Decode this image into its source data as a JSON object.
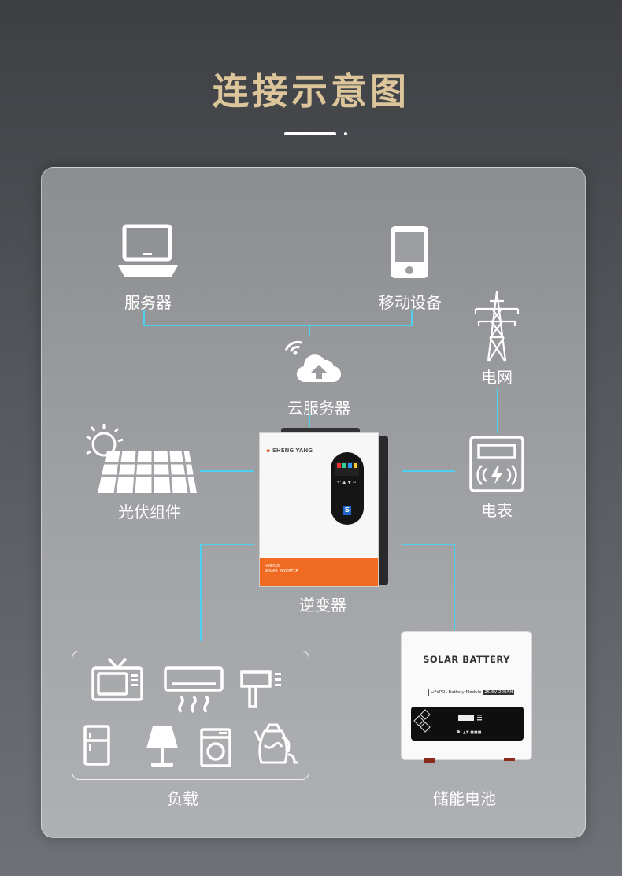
{
  "title": "连接示意图",
  "nodes": {
    "server": "服务器",
    "mobile": "移动设备",
    "cloud": "云服务器",
    "grid": "电网",
    "pv": "光伏组件",
    "meter": "电表",
    "inverter": "逆变器",
    "load": "负载",
    "battery": "储能电池"
  },
  "inverter": {
    "brand": "SHENG YANG",
    "screen_logo": "S",
    "model_line1": "HYBRID",
    "model_line2": "SOLAR INVERTER"
  },
  "battery": {
    "title": "SOLAR BATTERY",
    "spec": "LiFePO₄ Battery Module",
    "rating": "25.6V 200AH"
  },
  "colors": {
    "title": "#dcc59a",
    "connector": "#4fd0ee",
    "inverter_accent": "#ef6b22"
  }
}
